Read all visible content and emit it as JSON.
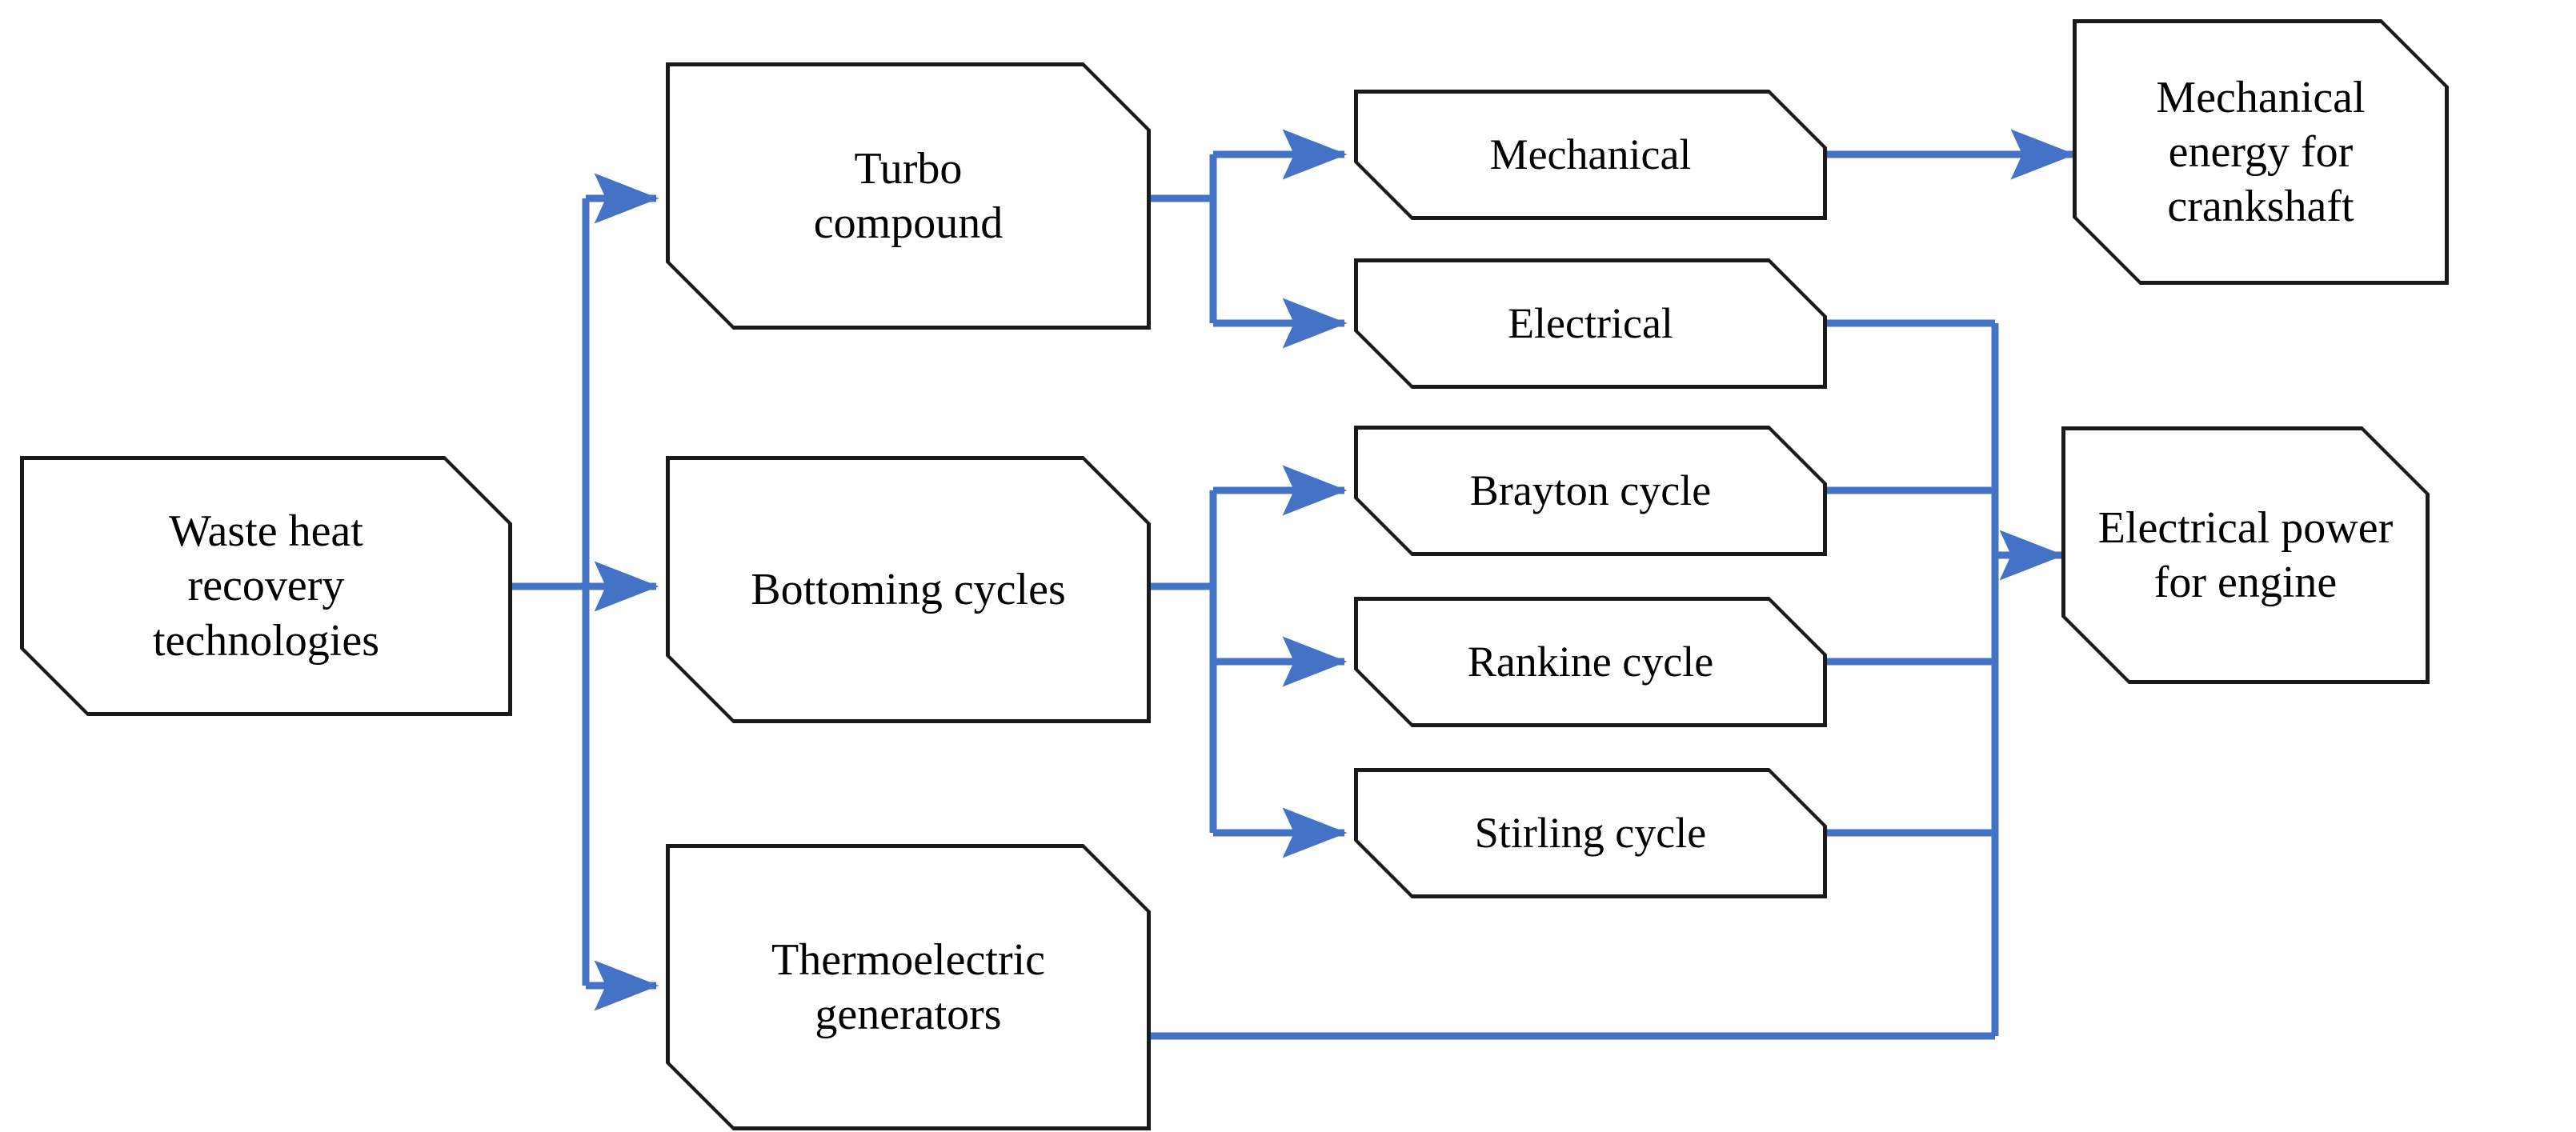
{
  "diagram": {
    "title": "Waste heat recovery technologies flowchart",
    "accent_color": "#4472c4",
    "outline_color": "#1a1a1a",
    "background_color": "#ffffff",
    "text_color": "#000000"
  },
  "nodes": {
    "source": {
      "label": "Waste heat\nrecovery\ntechnologies"
    },
    "turbo_compound": {
      "label": "Turbo\ncompound"
    },
    "bottoming_cycles": {
      "label": "Bottoming cycles"
    },
    "thermoelectric_generators": {
      "label": "Thermoelectric\ngenerators"
    },
    "mechanical": {
      "label": "Mechanical"
    },
    "electrical": {
      "label": "Electrical"
    },
    "brayton_cycle": {
      "label": "Brayton cycle"
    },
    "rankine_cycle": {
      "label": "Rankine cycle"
    },
    "stirling_cycle": {
      "label": "Stirling cycle"
    },
    "mechanical_energy_for_crankshaft": {
      "label": "Mechanical\nenergy for\ncrankshaft"
    },
    "electrical_power_for_engine": {
      "label": "Electrical power\nfor engine"
    }
  },
  "edges": [
    {
      "from": "source",
      "to": "turbo_compound",
      "arrow": true
    },
    {
      "from": "source",
      "to": "bottoming_cycles",
      "arrow": true
    },
    {
      "from": "source",
      "to": "thermoelectric_generators",
      "arrow": true
    },
    {
      "from": "turbo_compound",
      "to": "mechanical",
      "arrow": true
    },
    {
      "from": "turbo_compound",
      "to": "electrical",
      "arrow": true
    },
    {
      "from": "bottoming_cycles",
      "to": "brayton_cycle",
      "arrow": true
    },
    {
      "from": "bottoming_cycles",
      "to": "rankine_cycle",
      "arrow": true
    },
    {
      "from": "bottoming_cycles",
      "to": "stirling_cycle",
      "arrow": true
    },
    {
      "from": "mechanical",
      "to": "mechanical_energy_for_crankshaft",
      "arrow": true
    },
    {
      "from": "electrical",
      "to": "electrical_power_for_engine",
      "arrow": true
    },
    {
      "from": "brayton_cycle",
      "to": "electrical_power_for_engine",
      "arrow": true
    },
    {
      "from": "rankine_cycle",
      "to": "electrical_power_for_engine",
      "arrow": true
    },
    {
      "from": "stirling_cycle",
      "to": "electrical_power_for_engine",
      "arrow": true
    },
    {
      "from": "thermoelectric_generators",
      "to": "electrical_power_for_engine",
      "arrow": true
    }
  ]
}
